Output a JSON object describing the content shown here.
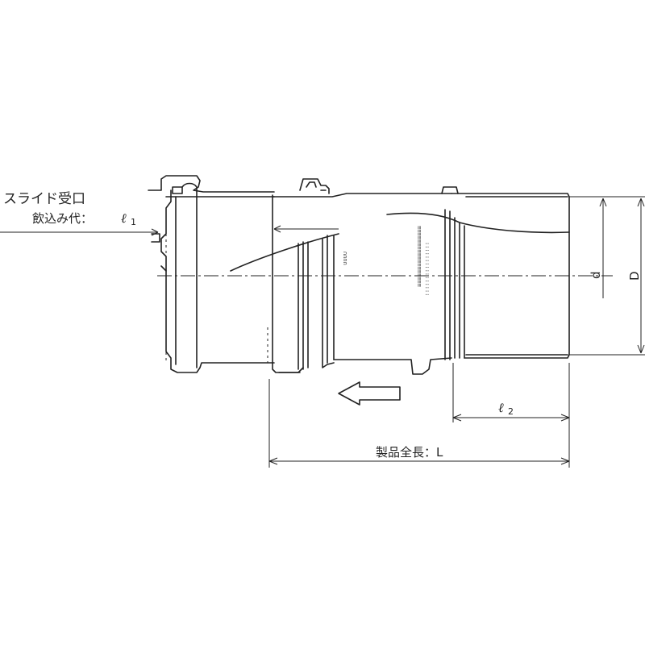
{
  "labels": {
    "slide_socket": "スライド受口",
    "insertion_allowance": "飲込み代：",
    "l1_symbol": "ℓ",
    "l1_sub": "1",
    "l2_symbol": "ℓ",
    "l2_sub": "2",
    "d_small": "d",
    "d_large": "D",
    "total_length": "製品全長：L"
  },
  "colors": {
    "line": "#222222",
    "background": "#ffffff"
  },
  "icons": {
    "direction_arrow": "left-arrow-icon"
  }
}
